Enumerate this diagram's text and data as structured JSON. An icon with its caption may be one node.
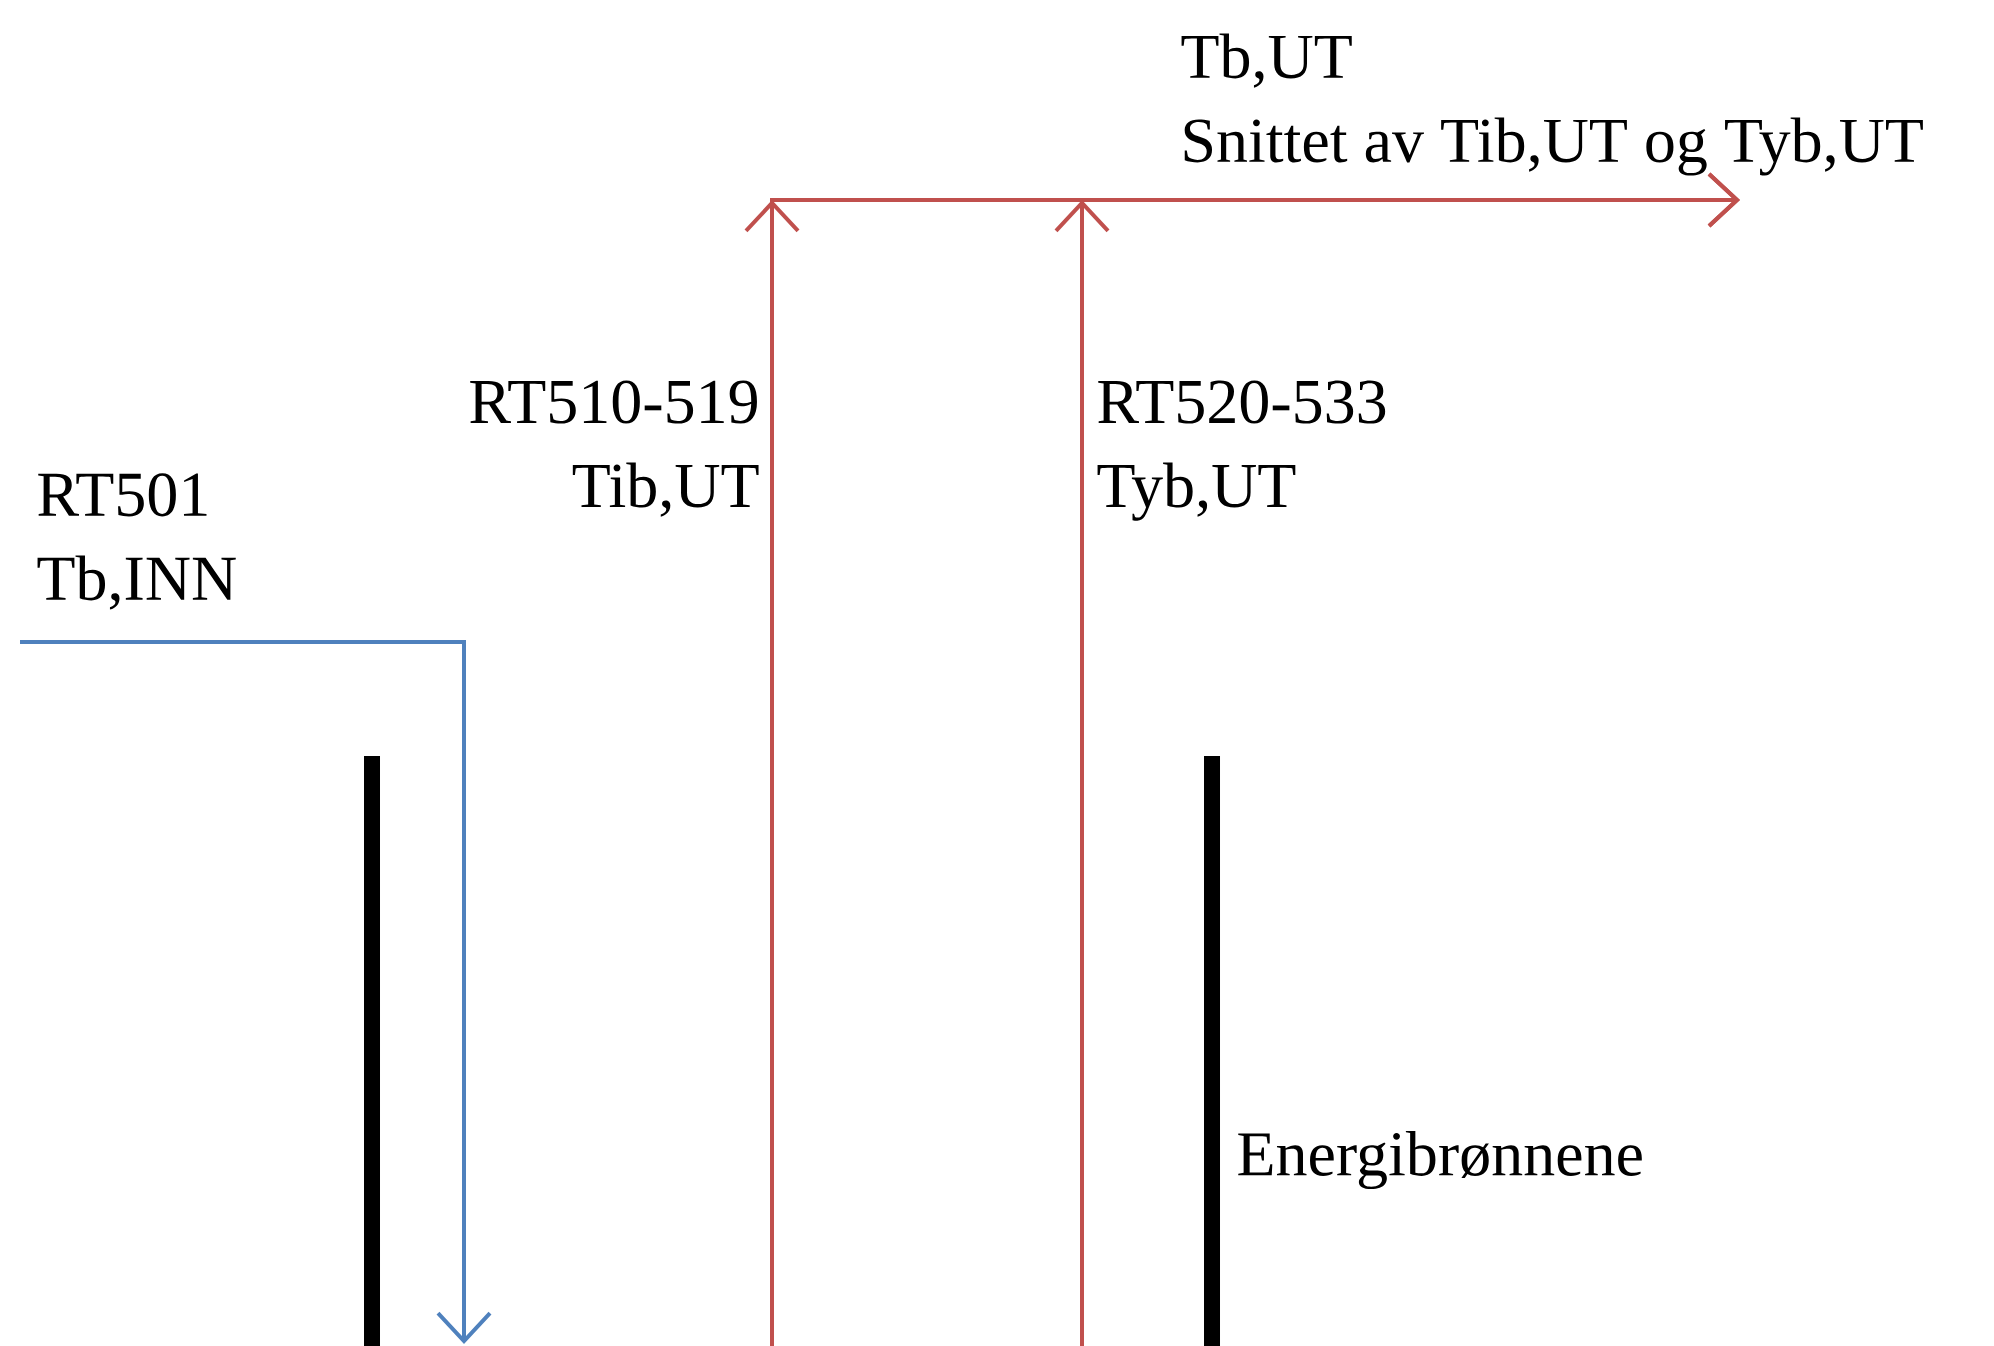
{
  "diagram": {
    "nodes": [
      {
        "text": [
          "RT501",
          "Tb,INN"
        ]
      },
      {
        "text": [
          "Tb,UT",
          "Snittet av Tib,UT og Tyb,UT"
        ]
      }
    ],
    "edges": [
      {
        "from": 0,
        "to": null,
        "arrow": "to",
        "color": "#4f81bd"
      },
      {
        "from": null,
        "to": 1,
        "arrow": "to",
        "label": "RT510-519 Tib,UT"
      },
      {
        "from": null,
        "to": 1,
        "arrow": "to",
        "label": "RT520-533 Tyb,UT"
      }
    ],
    "labels": [
      "Energibrønnene"
    ]
  }
}
